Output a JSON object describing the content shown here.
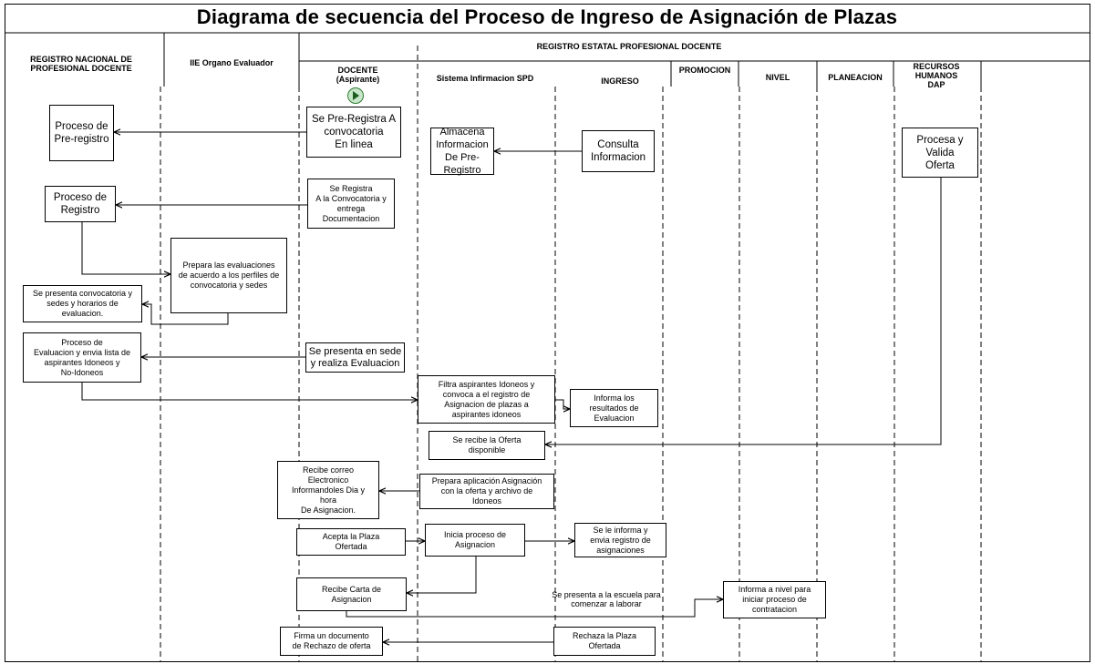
{
  "title": "Diagrama de secuencia del Proceso de Ingreso de Asignación de Plazas",
  "lanes": {
    "registro_nacional": "REGISTRO NACIONAL DE\nPROFESIONAL DOCENTE",
    "organo_evaluador": "IIE Organo Evaluador",
    "registro_estatal": "REGISTRO ESTATAL PROFESIONAL DOCENTE",
    "docente": "DOCENTE\n(Aspirante)",
    "sistema": "Sistema Infirmacion SPD",
    "ingreso": "INGRESO",
    "promocion": "PROMOCION",
    "nivel": "NIVEL",
    "planeacion": "PLANEACION",
    "recursos": "RECURSOS\nHUMANOS\nDAP"
  },
  "boxes": {
    "proceso_preregistro": "Proceso de\nPre-registro",
    "preregistra": "Se Pre-Registra A\nconvocatoria\nEn linea",
    "almacena": "Almacena\nInformacion\nDe Pre-Registro",
    "consulta": "Consulta\nInformacion",
    "procesa_valida": "Procesa y\nValida\nOferta",
    "proceso_registro": "Proceso de\nRegistro",
    "se_registra": "Se Registra\nA la Convocatoria y\nentrega\nDocumentacion",
    "prepara_evaluaciones": "Prepara las evaluaciones\nde acuerdo a los perfiles de\nconvocatoria y sedes",
    "presenta_convocatoria": "Se presenta convocatoria y\nsedes y horarios de\nevaluacion.",
    "proceso_evaluacion": "Proceso de\nEvaluacion y envia lista de\naspirantes Idoneos y\nNo-Idoneos",
    "presenta_sede": "Se presenta en sede\ny realiza Evaluacion",
    "filtra": "Filtra aspirantes Idoneos y\nconvoca  a el registro de\nAsignacion de plazas a\naspirantes idoneos",
    "informa_resultados": "Informa los\nresultados de\nEvaluacion",
    "recibe_oferta": "Se recibe la Oferta\ndisponible",
    "recibe_correo": "Recibe correo\nElectronico\nInformandoles Dia y\nhora\nDe Asignacion.",
    "prepara_aplicacion": "Prepara aplicación  Asignación\ncon la oferta y archivo de\nIdoneos",
    "acepta_plaza": "Acepta la Plaza\nOfertada",
    "inicia_asignacion": "Inicia proceso de\nAsignacion",
    "informa_registro": "Se le informa y\nenvia registro de\nasignaciones",
    "recibe_carta": "Recibe Carta de\nAsignacion",
    "presenta_escuela": "Se presenta a la escuela para\ncomenzar a laborar",
    "informa_nivel": "Informa a nivel para\niniciar proceso de\ncontratacion",
    "firma_rechazo": "Firma un documento\nde Rechazo de oferta",
    "rechaza_plaza": "Rechaza  la Plaza\nOfertada"
  },
  "icons": {
    "start": "start-play-icon"
  },
  "colors": {
    "start_fill": "#c8e6c9",
    "start_stroke": "#2e7d32",
    "line": "#000000"
  }
}
